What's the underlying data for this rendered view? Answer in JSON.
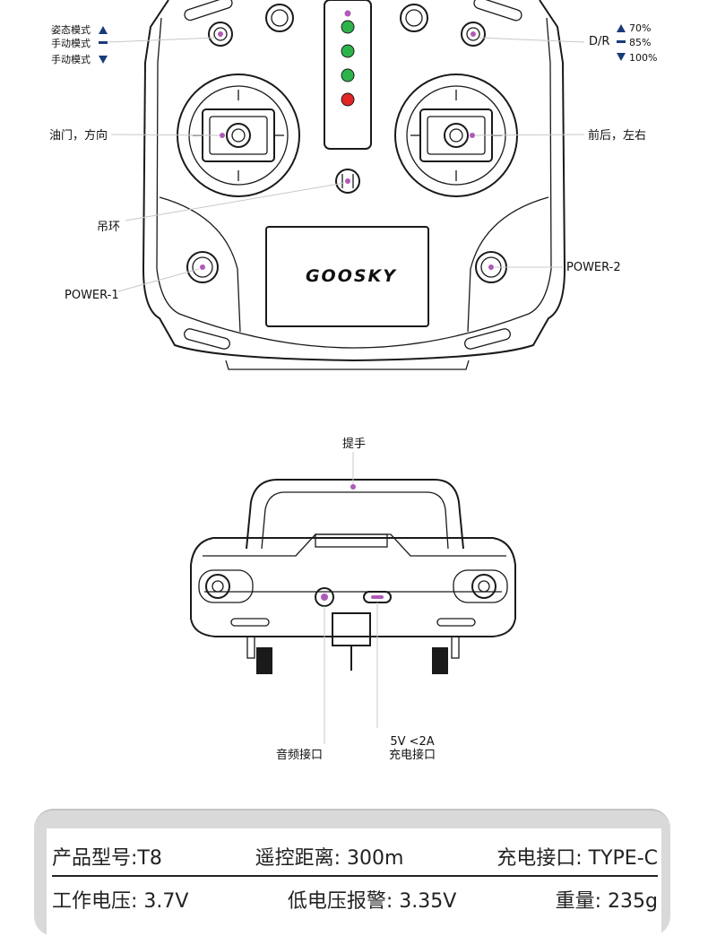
{
  "labels": {
    "mode_attitude": "姿态模式",
    "mode_manual_1": "手动模式",
    "mode_manual_2": "手动模式",
    "dr": "D/R",
    "dr_70": "70%",
    "dr_85": "85%",
    "dr_100": "100%",
    "left_stick": "油门，方向",
    "right_stick": "前后，左右",
    "hanger": "吊环",
    "power1": "POWER-1",
    "power2": "POWER-2",
    "logo": "GOOSKY",
    "handle": "提手",
    "audio_port": "音频接口",
    "charge_spec": "5V <2A",
    "charge_port": "充电接口"
  },
  "specs": {
    "row1": [
      "产品型号:T8",
      "遥控距离: 300m",
      "充电接口: TYPE-C"
    ],
    "row2": [
      "工作电压: 3.7V",
      "低电压报警: 3.35V",
      "重量: 235g"
    ]
  },
  "colors": {
    "led_green": "#2db34a",
    "led_red": "#e32626",
    "marker": "#b05ab8",
    "panel_bg": "#d9d9d9"
  }
}
